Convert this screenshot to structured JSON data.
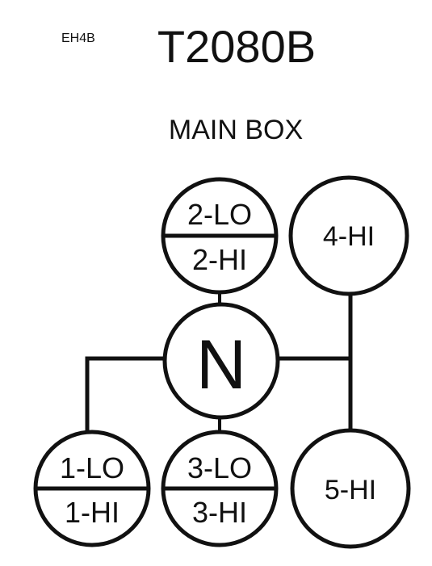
{
  "header": {
    "code": "EH4B",
    "model": "T2080B",
    "subtitle": "MAIN BOX"
  },
  "terminals": {
    "two": {
      "top": "2-LO",
      "bottom": "2-HI"
    },
    "four": {
      "label": "4-HI"
    },
    "neutral": {
      "label": "N"
    },
    "one": {
      "top": "1-LO",
      "bottom": "1-HI"
    },
    "three": {
      "top": "3-LO",
      "bottom": "3-HI"
    },
    "five": {
      "label": "5-HI"
    }
  },
  "colors": {
    "ink": "#111111",
    "background": "#ffffff"
  }
}
